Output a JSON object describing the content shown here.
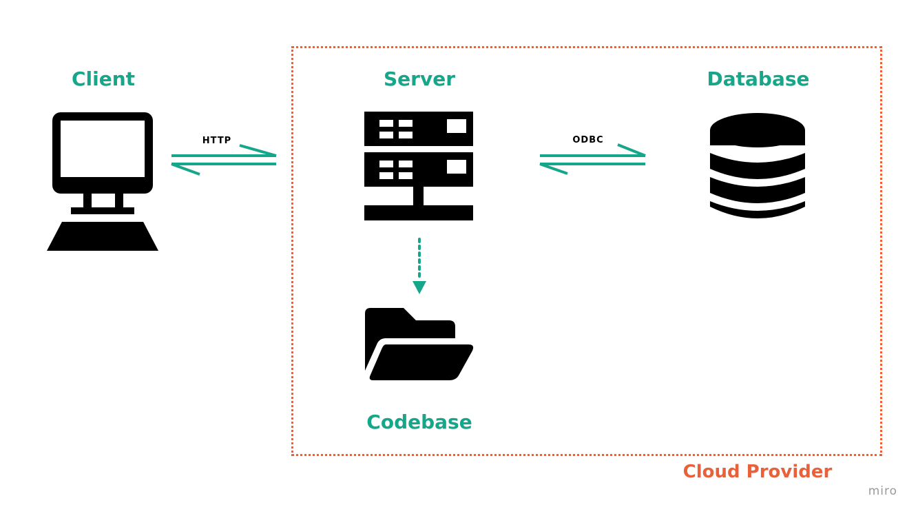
{
  "labels": {
    "client": "Client",
    "server": "Server",
    "database": "Database",
    "codebase": "Codebase",
    "cloud_provider": "Cloud Provider"
  },
  "connections": {
    "client_server": "HTTP",
    "server_database": "ODBC"
  },
  "watermark": "miro",
  "colors": {
    "label": "#16a68a",
    "arrow": "#16a68a",
    "boundary": "#e8613b",
    "icon": "#000000"
  },
  "icons": {
    "client": "desktop-computer-icon",
    "server": "server-rack-icon",
    "database": "database-icon",
    "codebase": "open-folder-icon"
  }
}
